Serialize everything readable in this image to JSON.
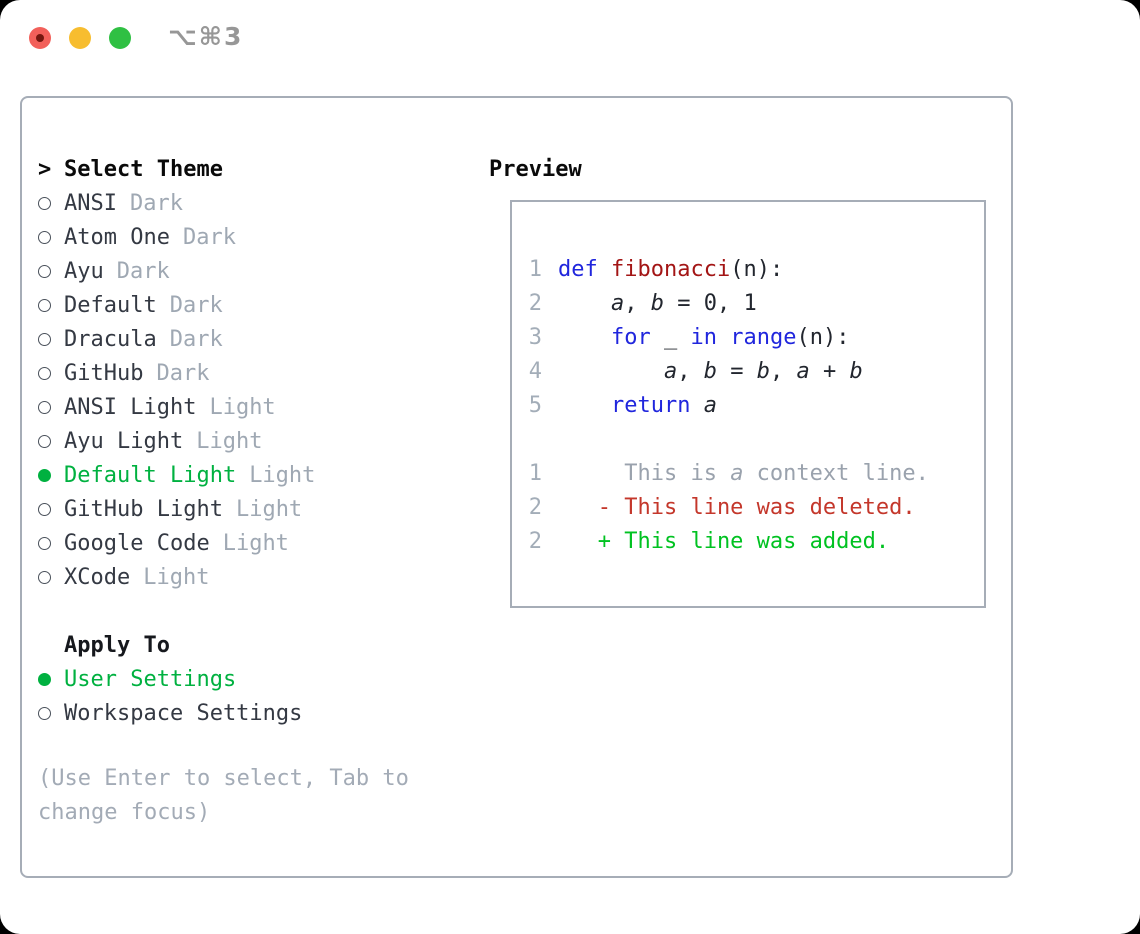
{
  "window": {
    "shortcut_label": "⌥⌘3"
  },
  "colors": {
    "accent_green": "#00b140",
    "diff_added_green": "#00c221",
    "diff_deleted_red": "#c4372b",
    "keyword_blue": "#2026dd",
    "function_red": "#a31515",
    "muted_gray": "#9fa8b3",
    "traffic_red": "#f2605a",
    "traffic_yellow": "#f7bd2f",
    "traffic_green": "#2fc043"
  },
  "theme_select": {
    "header_prefix": ">",
    "header": "Select Theme",
    "items": [
      {
        "name": "ANSI",
        "variant": "Dark",
        "selected": false
      },
      {
        "name": "Atom One",
        "variant": "Dark",
        "selected": false
      },
      {
        "name": "Ayu",
        "variant": "Dark",
        "selected": false
      },
      {
        "name": "Default",
        "variant": "Dark",
        "selected": false
      },
      {
        "name": "Dracula",
        "variant": "Dark",
        "selected": false
      },
      {
        "name": "GitHub",
        "variant": "Dark",
        "selected": false
      },
      {
        "name": "ANSI Light",
        "variant": "Light",
        "selected": false
      },
      {
        "name": "Ayu Light",
        "variant": "Light",
        "selected": false
      },
      {
        "name": "Default Light",
        "variant": "Light",
        "selected": true
      },
      {
        "name": "GitHub Light",
        "variant": "Light",
        "selected": false
      },
      {
        "name": "Google Code",
        "variant": "Light",
        "selected": false
      },
      {
        "name": "XCode",
        "variant": "Light",
        "selected": false
      }
    ]
  },
  "apply_to": {
    "header": "Apply To",
    "items": [
      {
        "label": "User Settings",
        "selected": true
      },
      {
        "label": "Workspace Settings",
        "selected": false
      }
    ]
  },
  "hint": "(Use Enter to select, Tab to change focus)",
  "preview": {
    "title": "Preview",
    "lines": [
      {
        "num": "1",
        "segs": [
          {
            "t": "def",
            "c": "kw"
          },
          {
            "t": " ",
            "c": "plain"
          },
          {
            "t": "fibonacci",
            "c": "fn"
          },
          {
            "t": "(n):",
            "c": "plain"
          }
        ]
      },
      {
        "num": "2",
        "segs": [
          {
            "t": "    ",
            "c": "plain"
          },
          {
            "t": "a",
            "c": "var"
          },
          {
            "t": ", ",
            "c": "plain"
          },
          {
            "t": "b",
            "c": "var"
          },
          {
            "t": " = 0, 1",
            "c": "plain"
          }
        ]
      },
      {
        "num": "3",
        "segs": [
          {
            "t": "    ",
            "c": "plain"
          },
          {
            "t": "for",
            "c": "kw"
          },
          {
            "t": " _ ",
            "c": "plain"
          },
          {
            "t": "in",
            "c": "kw"
          },
          {
            "t": " ",
            "c": "plain"
          },
          {
            "t": "range",
            "c": "kw"
          },
          {
            "t": "(n):",
            "c": "plain"
          }
        ]
      },
      {
        "num": "4",
        "segs": [
          {
            "t": "        ",
            "c": "plain"
          },
          {
            "t": "a",
            "c": "var"
          },
          {
            "t": ", ",
            "c": "plain"
          },
          {
            "t": "b",
            "c": "var"
          },
          {
            "t": " = ",
            "c": "plain"
          },
          {
            "t": "b",
            "c": "var"
          },
          {
            "t": ", ",
            "c": "plain"
          },
          {
            "t": "a",
            "c": "var"
          },
          {
            "t": " + ",
            "c": "plain"
          },
          {
            "t": "b",
            "c": "var"
          }
        ]
      },
      {
        "num": "5",
        "segs": [
          {
            "t": "    ",
            "c": "plain"
          },
          {
            "t": "return",
            "c": "kw"
          },
          {
            "t": " ",
            "c": "plain"
          },
          {
            "t": "a",
            "c": "var"
          }
        ]
      },
      {
        "num": "",
        "segs": []
      },
      {
        "num": "1",
        "segs": [
          {
            "t": "     This is ",
            "c": "ctx"
          },
          {
            "t": "a",
            "c": "ctxvar"
          },
          {
            "t": " context line.",
            "c": "ctx"
          }
        ]
      },
      {
        "num": "2",
        "segs": [
          {
            "t": "   - This line was deleted.",
            "c": "del"
          }
        ]
      },
      {
        "num": "2",
        "segs": [
          {
            "t": "   + This line was added.",
            "c": "add"
          }
        ]
      }
    ]
  }
}
